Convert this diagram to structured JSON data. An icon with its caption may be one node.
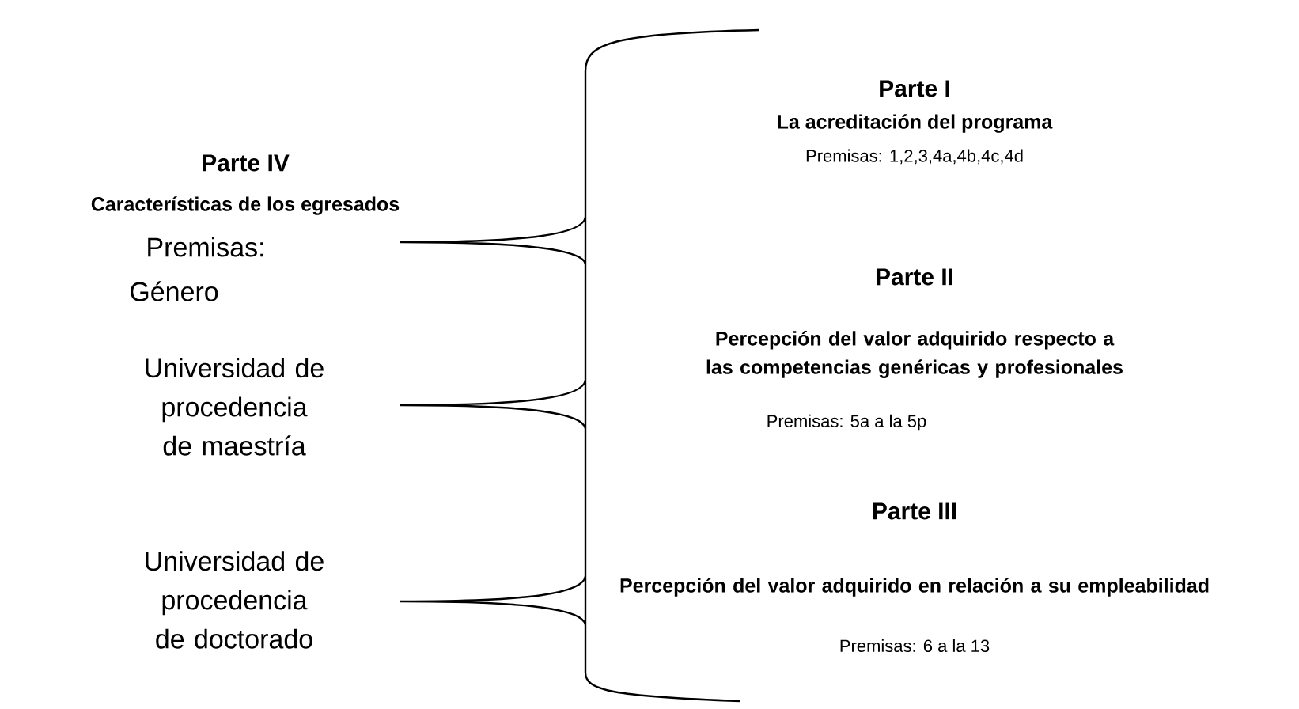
{
  "diagram": {
    "labels": [
      "Parte IV",
      "Características de los egresados",
      "Premisas:",
      "Género",
      "Universidad de procedencia de maestría",
      "Universidad de procedencia de doctorado",
      "Parte I",
      "La acreditación del programa",
      "Premisas: 1,2,3,4a,4b,4c,4d",
      "Parte II",
      "Percepción del valor adquirido respecto a las competencias genéricas y profesionales",
      "Premisas: 5a a la 5p",
      "Parte III",
      "Percepción del valor adquirido en relación a su empleabilidad",
      "Premisas: 6 a la 13"
    ]
  }
}
